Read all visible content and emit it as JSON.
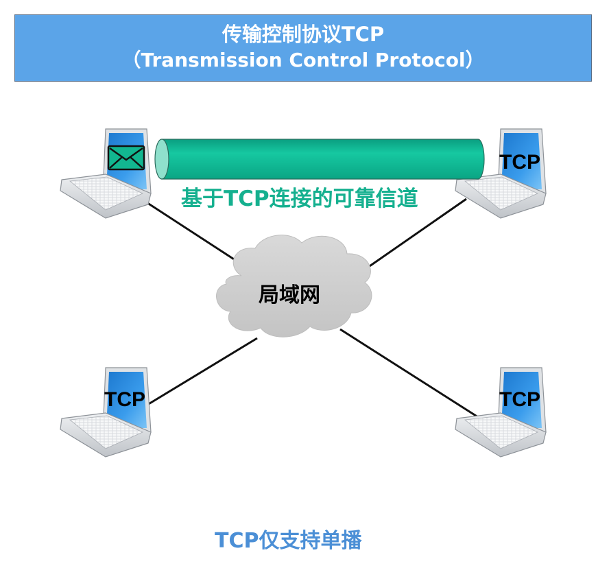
{
  "header": {
    "title_line1": "传输控制协议TCP",
    "title_line2": "（Transmission Control Protocol）"
  },
  "channel": {
    "caption": "基于TCP连接的可靠信道",
    "color": "#0dbb96"
  },
  "network": {
    "label": "局域网"
  },
  "hosts": {
    "top_left": {
      "screen_content": "envelope"
    },
    "top_right": {
      "label": "TCP"
    },
    "bottom_left": {
      "label": "TCP"
    },
    "bottom_right": {
      "label": "TCP"
    }
  },
  "footer": {
    "caption": "TCP仅支持单播"
  },
  "colors": {
    "header_bg": "#5ba4e8",
    "channel_green": "#0dbb96",
    "caption_green": "#15b08f",
    "caption_blue": "#4b8fd6",
    "screen_blue": "#2e8ee0"
  }
}
